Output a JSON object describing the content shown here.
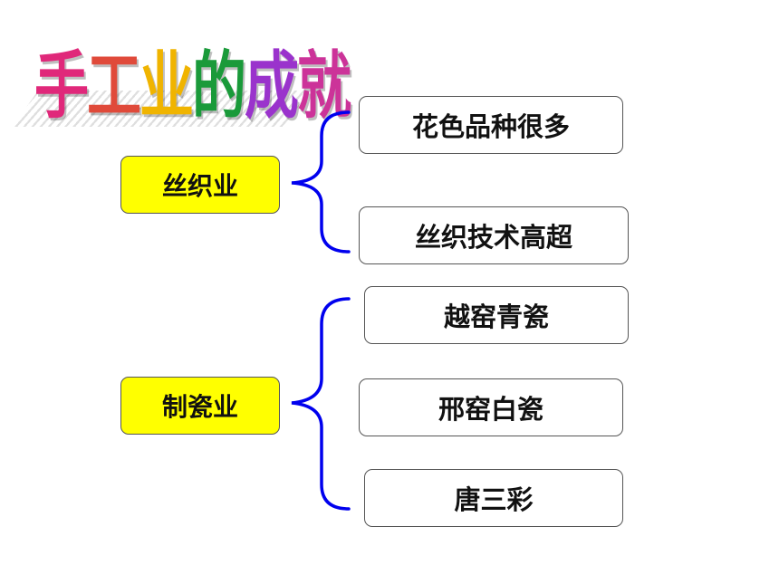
{
  "title": {
    "chars": [
      "手",
      "工",
      "业",
      "的",
      "成",
      "就"
    ],
    "colors": [
      "#e0287a",
      "#e04a3a",
      "#f0b400",
      "#1a9a3a",
      "#9a33cc",
      "#cc3399"
    ]
  },
  "groups": [
    {
      "category": "丝织业",
      "items": [
        "花色品种很多",
        "丝织技术高超"
      ]
    },
    {
      "category": "制瓷业",
      "items": [
        "越窑青瓷",
        "邢窑白瓷",
        "唐三彩"
      ]
    }
  ],
  "colors": {
    "category_fill": "#ffff00",
    "bracket": "#0000ee",
    "border": "#555555"
  }
}
